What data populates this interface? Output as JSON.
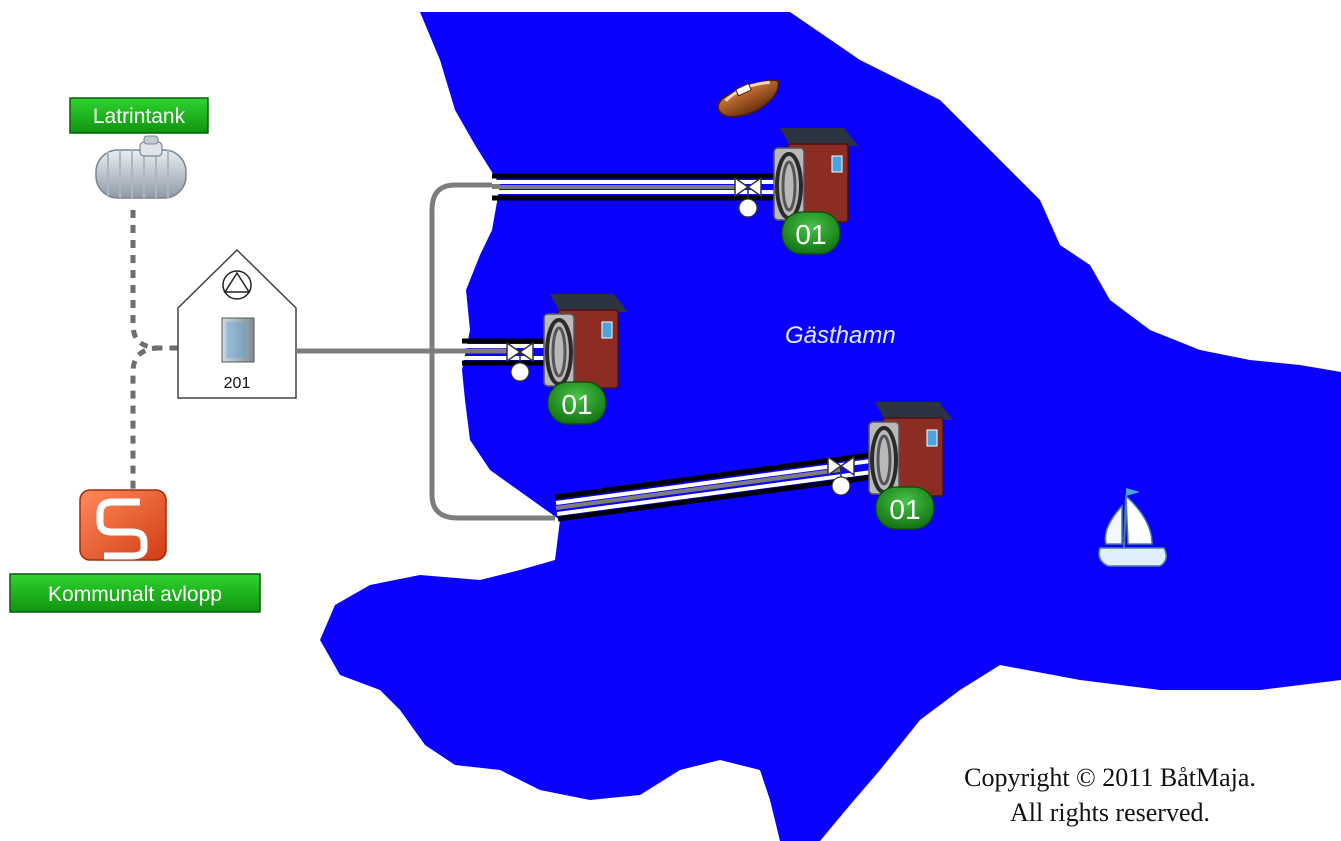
{
  "labels": {
    "latrintank": "Latrintank",
    "kommunalt_avlopp": "Kommunalt avlopp",
    "pump_station_id": "201",
    "harbor_name": "Gästhamn"
  },
  "stations": [
    {
      "id": "01"
    },
    {
      "id": "01"
    },
    {
      "id": "01"
    }
  ],
  "copyright": {
    "line1": "Copyright © 2011 BåtMaja.",
    "line2": "All rights reserved."
  },
  "colors": {
    "water": "#0a00ff",
    "label_green": "#18b418",
    "station_green": "#1f9a1f",
    "pipe": "#7d7d7d",
    "building_red": "#8b2d22"
  },
  "icons": {
    "tank": "septic-tank-icon",
    "sewer": "municipal-sewer-icon",
    "pump": "pump-symbol-icon",
    "cabinet": "control-cabinet-icon",
    "station": "pumpout-station-icon",
    "valve": "valve-icon",
    "motorboat": "motorboat-icon",
    "sailboat": "sailboat-icon"
  }
}
